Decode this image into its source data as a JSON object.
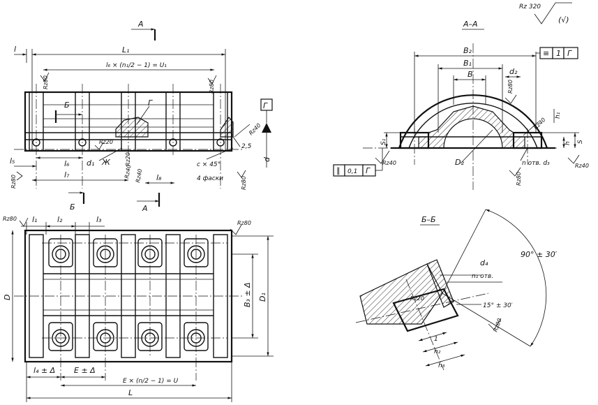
{
  "front_view": {
    "section_marks": [
      "А",
      "А",
      "Б",
      "Б"
    ],
    "dim_l": "l",
    "dim_l1": "L₁",
    "dim_l6_formula": "l₆ × (n₁/2 − 1) = U₁",
    "dim_l5": "l₅",
    "dim_l6": "l₆",
    "dim_l7": "l₇",
    "dim_l8": "l₈",
    "dim_d1": "d₁",
    "dim_d": "d",
    "dim_2_5": "2,5",
    "chamfer": "c × 45°",
    "chamfer_note": "4 фаски",
    "section_g": "Г",
    "detail_zh": "Ж",
    "rough_rz80": "Rz80",
    "rough_rz40": "Rz40",
    "rough_rz20": "Rz20",
    "datum_g": "Г"
  },
  "top_view": {
    "rough_rz80_left": "Rz80",
    "rough_rz80_right": "Rz80",
    "dim_l1": "l₁",
    "dim_l2": "l₂",
    "dim_l3": "l₃",
    "dim_D": "D",
    "dim_D1": "D₁",
    "dim_B3": "B₃ ± Δ",
    "dim_l4": "l₄ ± Δ",
    "dim_E": "E ± Δ",
    "dim_E_formula": "E × (n/2 − 1) = U",
    "dim_L": "L"
  },
  "section_aa": {
    "title": "А–А",
    "general_roughness": "Rz 320",
    "general_roughness_bracket": "(√)",
    "dim_B2": "B₂",
    "dim_B1": "B₁",
    "dim_B": "B",
    "dim_d2": "d₂",
    "dim_D2": "D₂",
    "dim_s1": "S₁",
    "dim_s": "S",
    "dim_h": "h",
    "dim_h1": "h₁",
    "holes_d3": "n отв. d₃",
    "rough_rz40_left": "Rz40",
    "rough_rz40_right": "Rz40",
    "rough_rz40_mid": "Rz40",
    "rough_rz80_a": "Rz80",
    "rough_rz80_b": "Rz80",
    "frame_symmetry": "≡",
    "frame_symmetry_value": "1",
    "frame_symmetry_datum": "Г",
    "frame_parallel": "∥",
    "frame_parallel_value": "0,1",
    "frame_parallel_datum": "Г"
  },
  "section_bb": {
    "title": "Б–Б",
    "angle_90": "90° ± 30′",
    "angle_15": "15° ± 30′",
    "dim_d4": "d₄",
    "holes_n1": "n₁ отв.",
    "dim_1": "1",
    "dim_h2": "h₂",
    "dim_h3": "h₃",
    "rough_rz20": "Rz20",
    "rough_rz80": "Rz80"
  }
}
